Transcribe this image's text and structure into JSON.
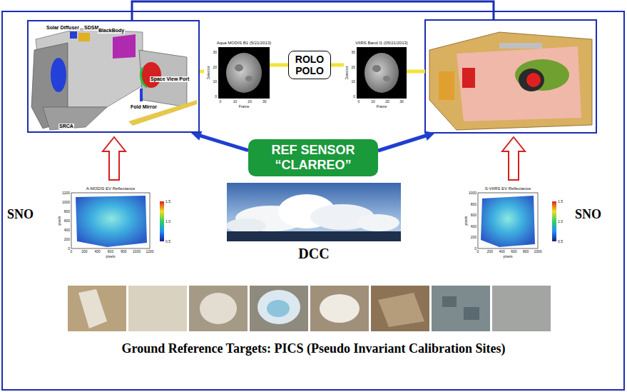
{
  "diagram": {
    "caption": "Ground Reference Targets: PICS (Pseudo Invariant Calibration Sites)",
    "nodes": [
      {
        "text": [
          "Solar Diffuser",
          "SDSM",
          "BlackBody",
          "Space View Port",
          "Fold Mirror",
          "SRCA"
        ]
      },
      {
        "text": [
          "ROLO POLO"
        ]
      },
      {
        "text": [
          "REF SENSOR “CLARREO”"
        ]
      }
    ],
    "edges": [
      {
        "from": 2,
        "to": 0,
        "arrow": "to"
      }
    ],
    "labels": [
      "Aqua MODIS B1 (5/21/2013)",
      "Detector",
      "Frame",
      "0",
      "10",
      "20",
      "30",
      "0",
      "10",
      "20",
      "30",
      "VIIRS Band I1 (05/21/2013)",
      "Detector",
      "Frame",
      "0",
      "10",
      "20",
      "30",
      "0",
      "10",
      "20",
      "30",
      "SNO",
      "A-MODIS EV Reflectance",
      "pixels",
      "pixels",
      "0",
      "200",
      "400",
      "600",
      "800",
      "1000",
      "1200",
      "0",
      "200",
      "400",
      "600",
      "800",
      "1000",
      "1200",
      "0.5",
      "1.0",
      "1.5",
      "DCC",
      "S-VIIRS EV Reflectance",
      "pixels",
      "pixels",
      "0",
      "200",
      "400",
      "600",
      "800",
      "1000",
      "0",
      "200",
      "400",
      "600",
      "800",
      "1000",
      "0.5",
      "1.0",
      "1.5",
      "SNO"
    ]
  }
}
